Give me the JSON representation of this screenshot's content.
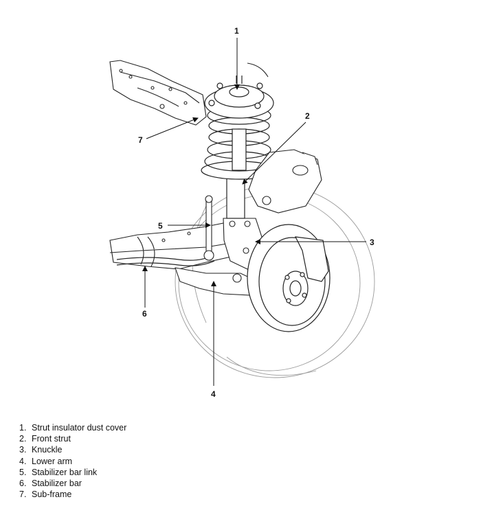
{
  "callouts": [
    "1",
    "2",
    "3",
    "4",
    "5",
    "6",
    "7"
  ],
  "legend": [
    {
      "num": "1.",
      "text": "Strut insulator dust cover"
    },
    {
      "num": "2.",
      "text": "Front strut"
    },
    {
      "num": "3.",
      "text": "Knuckle"
    },
    {
      "num": "4.",
      "text": "Lower arm"
    },
    {
      "num": "5.",
      "text": "Stabilizer bar link"
    },
    {
      "num": "6.",
      "text": "Stabilizer bar"
    },
    {
      "num": "7.",
      "text": "Sub-frame"
    }
  ]
}
